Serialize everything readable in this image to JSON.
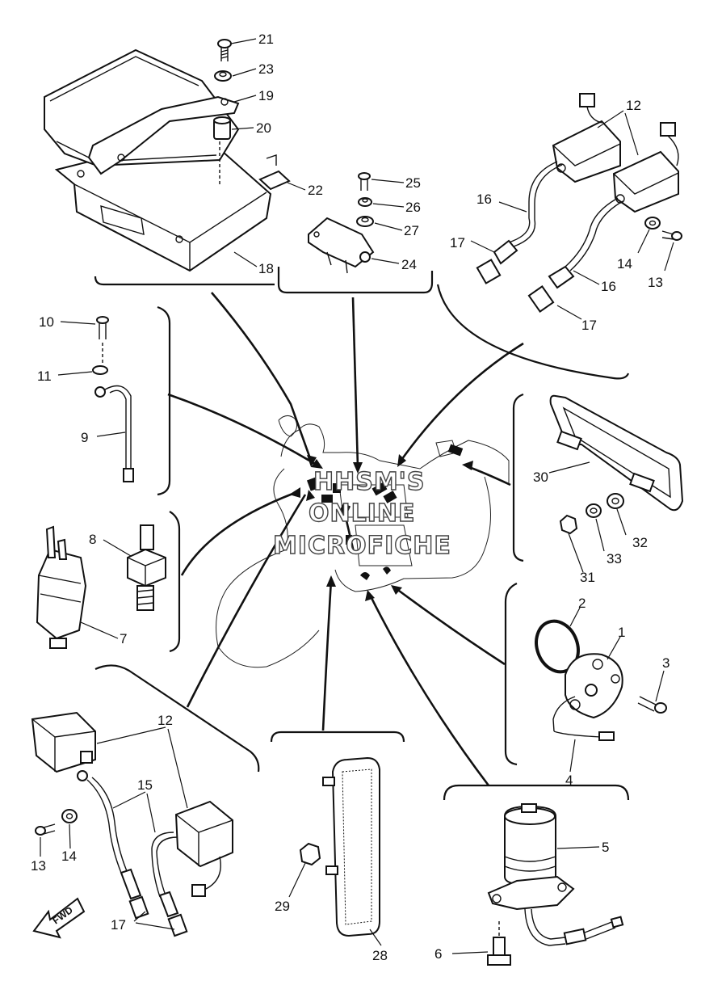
{
  "watermark": {
    "line1": "HHSM'S",
    "line2": "ONLINE",
    "line3": "MICROFICHE"
  },
  "fwd_label": "FWD",
  "callouts": [
    {
      "id": "c21",
      "text": "21"
    },
    {
      "id": "c23",
      "text": "23"
    },
    {
      "id": "c19",
      "text": "19"
    },
    {
      "id": "c20",
      "text": "20"
    },
    {
      "id": "c22",
      "text": "22"
    },
    {
      "id": "c18",
      "text": "18"
    },
    {
      "id": "c25",
      "text": "25"
    },
    {
      "id": "c26",
      "text": "26"
    },
    {
      "id": "c27",
      "text": "27"
    },
    {
      "id": "c24",
      "text": "24"
    },
    {
      "id": "c12a",
      "text": "12"
    },
    {
      "id": "c16a",
      "text": "16"
    },
    {
      "id": "c17a",
      "text": "17"
    },
    {
      "id": "c14a",
      "text": "14"
    },
    {
      "id": "c13a",
      "text": "13"
    },
    {
      "id": "c16b",
      "text": "16"
    },
    {
      "id": "c17b",
      "text": "17"
    },
    {
      "id": "c10",
      "text": "10"
    },
    {
      "id": "c11",
      "text": "11"
    },
    {
      "id": "c9",
      "text": "9"
    },
    {
      "id": "c30",
      "text": "30"
    },
    {
      "id": "c32",
      "text": "32"
    },
    {
      "id": "c33",
      "text": "33"
    },
    {
      "id": "c31",
      "text": "31"
    },
    {
      "id": "c8",
      "text": "8"
    },
    {
      "id": "c7",
      "text": "7"
    },
    {
      "id": "c2",
      "text": "2"
    },
    {
      "id": "c1",
      "text": "1"
    },
    {
      "id": "c3",
      "text": "3"
    },
    {
      "id": "c4",
      "text": "4"
    },
    {
      "id": "c12b",
      "text": "12"
    },
    {
      "id": "c15",
      "text": "15"
    },
    {
      "id": "c13b",
      "text": "13"
    },
    {
      "id": "c14b",
      "text": "14"
    },
    {
      "id": "c17c",
      "text": "17"
    },
    {
      "id": "c29",
      "text": "29"
    },
    {
      "id": "c28",
      "text": "28"
    },
    {
      "id": "c5",
      "text": "5"
    },
    {
      "id": "c6",
      "text": "6"
    }
  ]
}
